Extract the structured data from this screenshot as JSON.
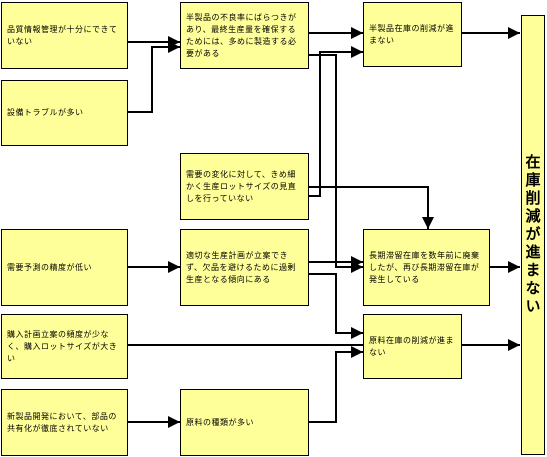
{
  "nodes": {
    "b1": "品質情報管理が十分にできていない",
    "b2": "設備トラブルが多い",
    "b3": "半製品の不良率にばらつきがあり、最終生産量を確保するためには、多めに製造する必要がある",
    "b4": "需要の変化に対して、きめ細かく生産ロットサイズの見直しを行っていない",
    "b5": "需要予測の精度が低い",
    "b6": "適切な生産計画が立案できず、欠品を避けるために過剰生産となる傾向にある",
    "b7": "購入計画立案の頻度が少なく、購入ロットサイズが大きい",
    "b8": "新製品開発において、部品の共有化が徹底されていない",
    "b9": "原料の種類が多い",
    "r1": "半製品在庫の削減が進まない",
    "r2": "長期滞留在庫を数年前に廃棄したが、再び長期滞留在庫が発生している",
    "r3": "原料在庫の削減が進まない",
    "final": "在庫削減が進まない"
  },
  "colors": {
    "box_fill": "#ffff99",
    "line": "#000000"
  }
}
